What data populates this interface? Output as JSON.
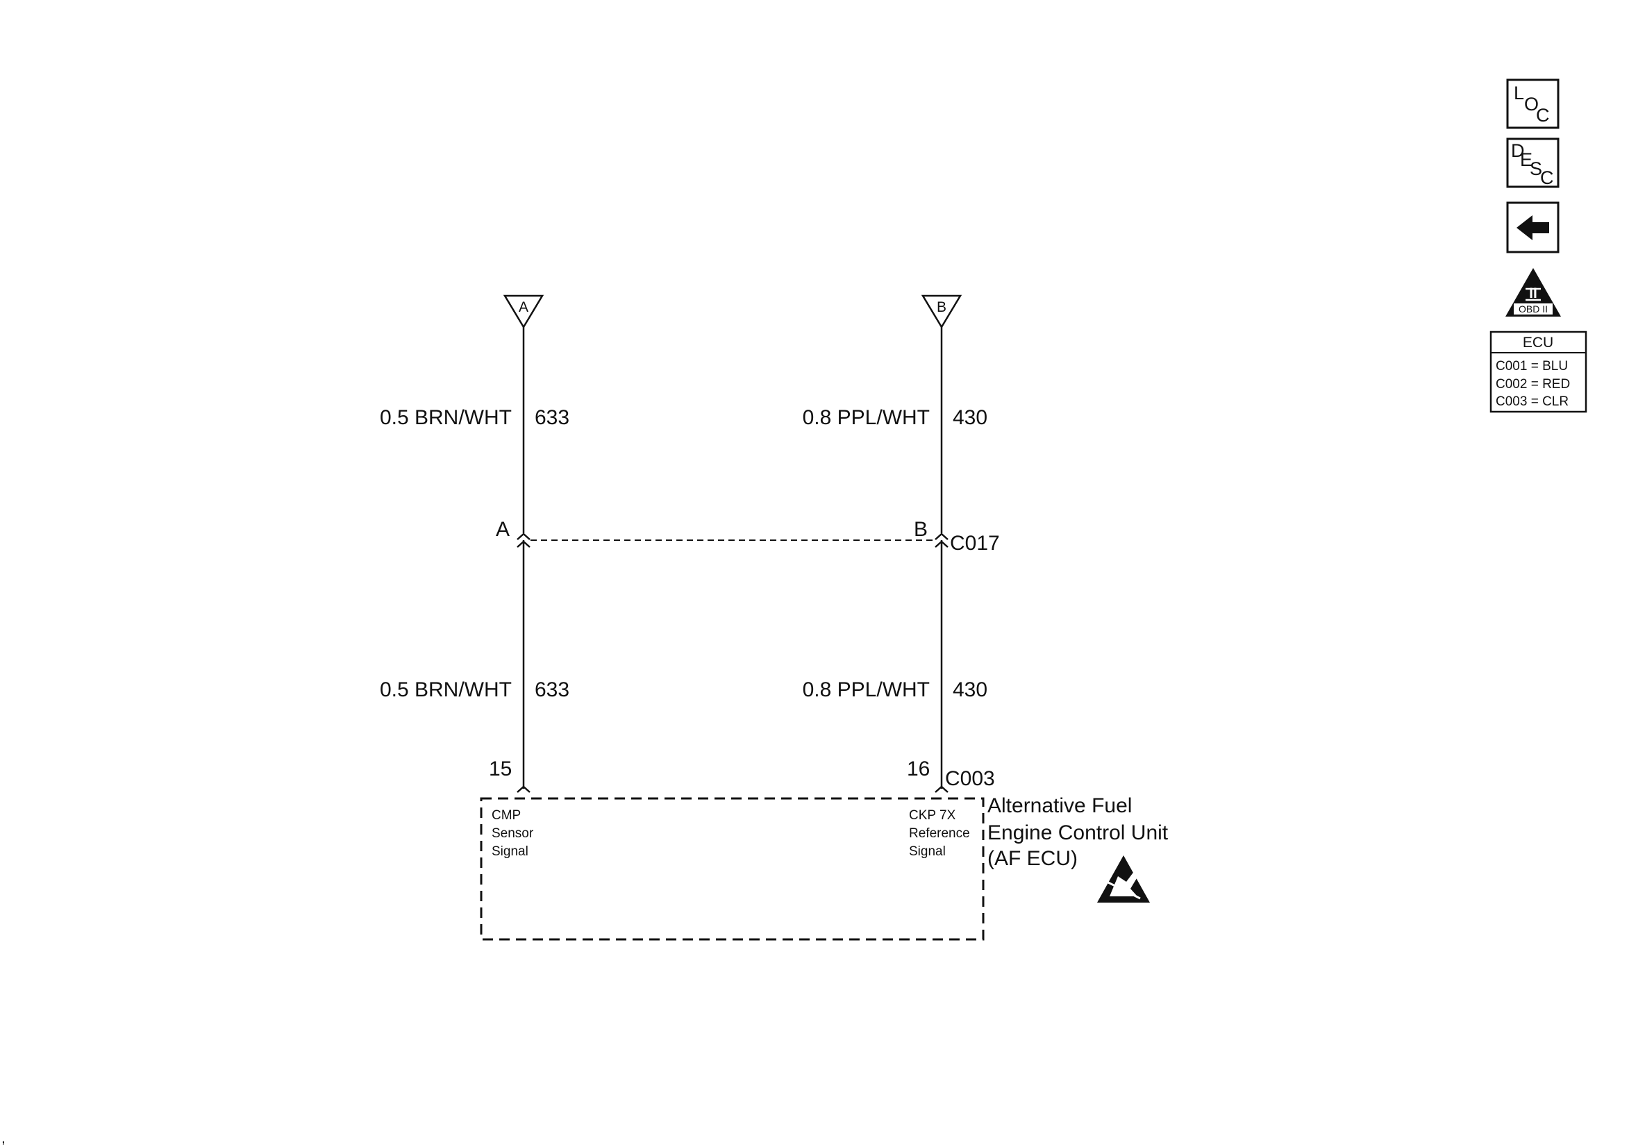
{
  "connectors": {
    "A": {
      "label": "A"
    },
    "B": {
      "label": "B"
    }
  },
  "wires": {
    "left_top": {
      "gauge_color": "0.5 BRN/WHT",
      "circuit": "633"
    },
    "right_top": {
      "gauge_color": "0.8 PPL/WHT",
      "circuit": "430"
    },
    "left_bottom": {
      "gauge_color": "0.5 BRN/WHT",
      "circuit": "633"
    },
    "right_bottom": {
      "gauge_color": "0.8 PPL/WHT",
      "circuit": "430"
    }
  },
  "inline_connector": {
    "name": "C017",
    "pin_left": "A",
    "pin_right": "B"
  },
  "ecu_connector": {
    "name": "C003",
    "pin_left": "15",
    "pin_right": "16"
  },
  "ecu_box": {
    "left_signal": [
      "CMP",
      "Sensor",
      "Signal"
    ],
    "right_signal": [
      "CKP 7X",
      "Reference",
      "Signal"
    ],
    "title": [
      "Alternative Fuel",
      "Engine Control Unit",
      "(AF ECU)"
    ]
  },
  "side_icons": {
    "loc": {
      "letters": [
        "L",
        "O",
        "C"
      ]
    },
    "desc": {
      "letters": [
        "D",
        "E",
        "S",
        "C"
      ]
    },
    "back": {
      "icon": "left-arrow-icon"
    },
    "obd": {
      "top": "II",
      "bottom": "OBD II"
    }
  },
  "ecu_legend": {
    "title": "ECU",
    "rows": [
      "C001 = BLU",
      "C002 = RED",
      "C003 = CLR"
    ]
  },
  "corner_mark": ","
}
